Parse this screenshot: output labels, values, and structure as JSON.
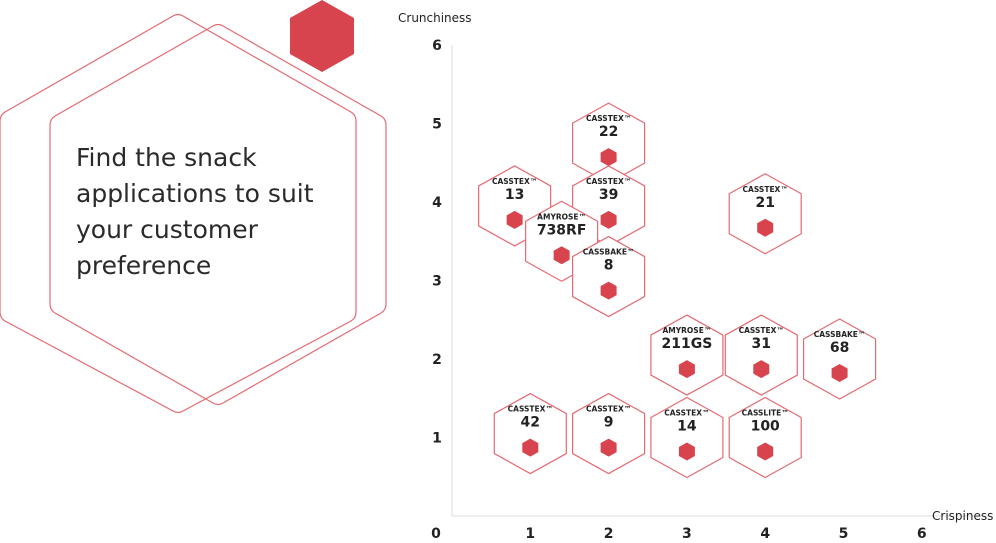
{
  "intro": {
    "text": "Find the snack applications to suit your customer preference"
  },
  "colors": {
    "accent": "#d8444e",
    "accent_dark": "#c8202c",
    "outline": "#e46a72",
    "axis": "#dddddd",
    "text": "#222222"
  },
  "chart_data": {
    "type": "scatter",
    "xlabel": "Crispiness",
    "ylabel": "Crunchiness",
    "xlim": [
      0,
      6
    ],
    "ylim": [
      0,
      6
    ],
    "x_ticks": [
      "0",
      "1",
      "2",
      "3",
      "4",
      "5",
      "6"
    ],
    "y_ticks": [
      "1",
      "2",
      "3",
      "4",
      "5",
      "6"
    ],
    "grid": false,
    "marker": "hexagon",
    "points": [
      {
        "brand": "CASSTEX™",
        "code": "22",
        "x": 2.0,
        "y": 4.75
      },
      {
        "brand": "CASSTEX™",
        "code": "13",
        "x": 0.8,
        "y": 3.95
      },
      {
        "brand": "CASSTEX™",
        "code": "39",
        "x": 2.0,
        "y": 3.95
      },
      {
        "brand": "CASSTEX™",
        "code": "21",
        "x": 4.0,
        "y": 3.85
      },
      {
        "brand": "AMYROSE™",
        "code": "738RF",
        "x": 1.4,
        "y": 3.5
      },
      {
        "brand": "CASSBAKE™",
        "code": "8",
        "x": 2.0,
        "y": 3.05
      },
      {
        "brand": "AMYROSE™",
        "code": "211GS",
        "x": 3.0,
        "y": 2.05
      },
      {
        "brand": "CASSTEX™",
        "code": "31",
        "x": 3.95,
        "y": 2.05
      },
      {
        "brand": "CASSBAKE™",
        "code": "68",
        "x": 4.95,
        "y": 2.0
      },
      {
        "brand": "CASSTEX™",
        "code": "42",
        "x": 1.0,
        "y": 1.05
      },
      {
        "brand": "CASSTEX™",
        "code": "9",
        "x": 2.0,
        "y": 1.05
      },
      {
        "brand": "CASSTEX™",
        "code": "14",
        "x": 3.0,
        "y": 1.0
      },
      {
        "brand": "CASSLITE™",
        "code": "100",
        "x": 4.0,
        "y": 1.0
      }
    ]
  }
}
